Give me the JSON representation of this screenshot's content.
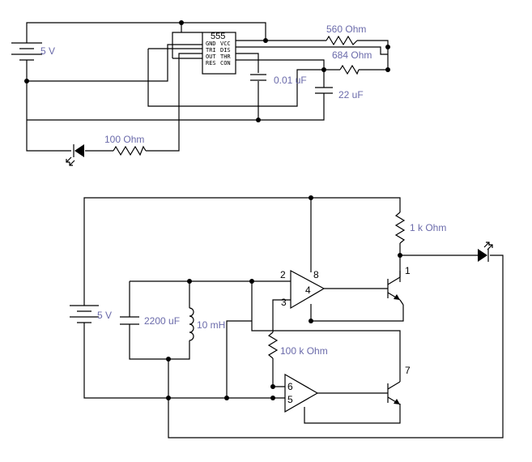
{
  "top_circuit": {
    "battery": "5 V",
    "ic": {
      "name": "555",
      "pins_left": [
        "GND",
        "TRI",
        "OUT",
        "RES"
      ],
      "pins_right": [
        "VCC",
        "DIS",
        "THR",
        "CON"
      ]
    },
    "r1": "560  Ohm",
    "r2": "684  Ohm",
    "c1": "0.01 uF",
    "c2": "22 uF",
    "r3": "100  Ohm"
  },
  "bottom_circuit": {
    "battery": "5 V",
    "capacitor": "2200 uF",
    "inductor": "10 mH",
    "r_collector": "1 k Ohm",
    "r_base": "100 k Ohm",
    "opamp_top_pins": [
      "2",
      "3",
      "4",
      "8"
    ],
    "opamp_bottom_pins": [
      "6",
      "5"
    ],
    "transistor_top_pin": "1",
    "transistor_bottom_pin": "7"
  },
  "colors": {
    "wire": "#000000",
    "label": "#6a6aaa"
  }
}
